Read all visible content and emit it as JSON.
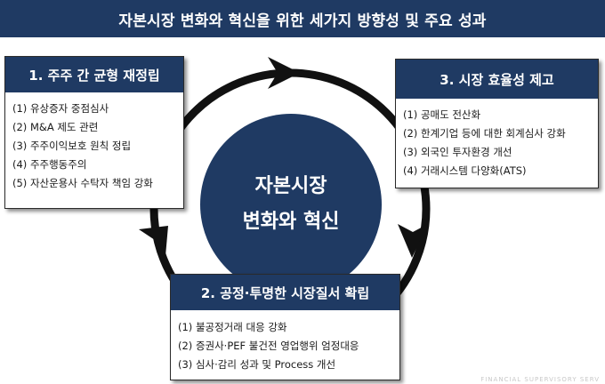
{
  "title": "자본시장 변화와 혁신을 위한 세가지 방향성 및 주요 성과",
  "center": {
    "line1": "자본시장",
    "line2": "변화와 혁신"
  },
  "cards": [
    {
      "title": "1. 주주 간 균형 재정립",
      "items": [
        "(1) 유상증자 중점심사",
        "(2) M&A 제도 관련",
        "(3) 주주이익보호 원칙 정립",
        "(4) 주주행동주의",
        "(5) 자산운용사 수탁자 책임 강화"
      ]
    },
    {
      "title": "2. 공정·투명한 시장질서 확립",
      "items": [
        "(1) 불공정거래 대응 강화",
        "(2) 증권사·PEF 불건전 영업행위 엄정대응",
        "(3) 심사·감리 성과 및 Process 개선"
      ]
    },
    {
      "title": "3. 시장 효율성 제고",
      "items": [
        "(1) 공매도 전산화",
        "(2) 한계기업 등에 대한 회계심사 강화",
        "(3) 외국인 투자환경 개선",
        "(4) 거래시스템 다양화(ATS)"
      ]
    }
  ],
  "footer": "FINANCIAL SUPERVISORY SERV",
  "colors": {
    "navy": "#1f3a63",
    "ring": "#111111"
  }
}
